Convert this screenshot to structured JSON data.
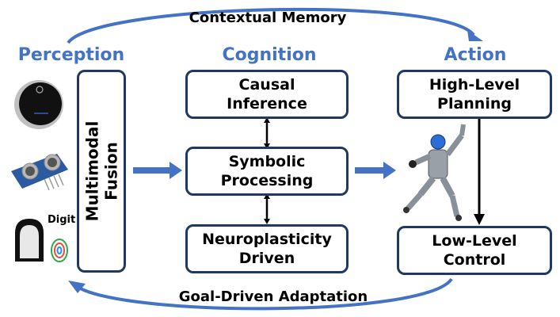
{
  "loops": {
    "top": "Contextual Memory",
    "bottom": "Goal-Driven Adaptation"
  },
  "columns": {
    "perception": "Perception",
    "cognition": "Cognition",
    "action": "Action"
  },
  "perception": {
    "fusion_line1": "Multimodal",
    "fusion_line2": "Fusion",
    "sensors": [
      {
        "name": "camera-sensor"
      },
      {
        "name": "ultrasonic-sensor"
      },
      {
        "name": "tactile-sensor",
        "label": "Digit"
      }
    ]
  },
  "cognition": {
    "boxes": [
      {
        "line1": "Causal",
        "line2": "Inference"
      },
      {
        "line1": "Symbolic",
        "line2": "Processing"
      },
      {
        "line1": "Neuroplasticity",
        "line2": "Driven"
      }
    ]
  },
  "action": {
    "high": {
      "line1": "High-Level",
      "line2": "Planning"
    },
    "low": {
      "line1": "Low-Level",
      "line2": "Control"
    }
  },
  "colors": {
    "accent": "#4472c4",
    "box_border": "#1f3864"
  }
}
